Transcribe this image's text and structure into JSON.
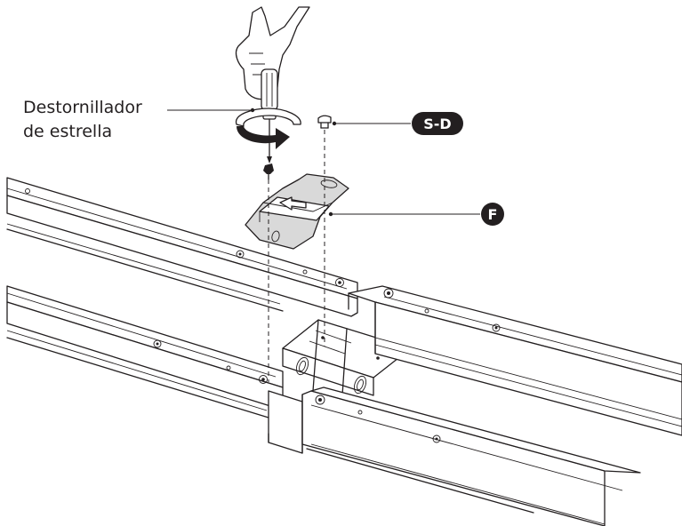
{
  "callouts": {
    "screwdriver_line1": "Destornillador",
    "screwdriver_line2": "de estrella",
    "screw_badge": "S-D",
    "plate_badge": "F"
  },
  "colors": {
    "ink": "#231f20",
    "plate_fill": "#d9d9d9",
    "background": "#ffffff"
  }
}
